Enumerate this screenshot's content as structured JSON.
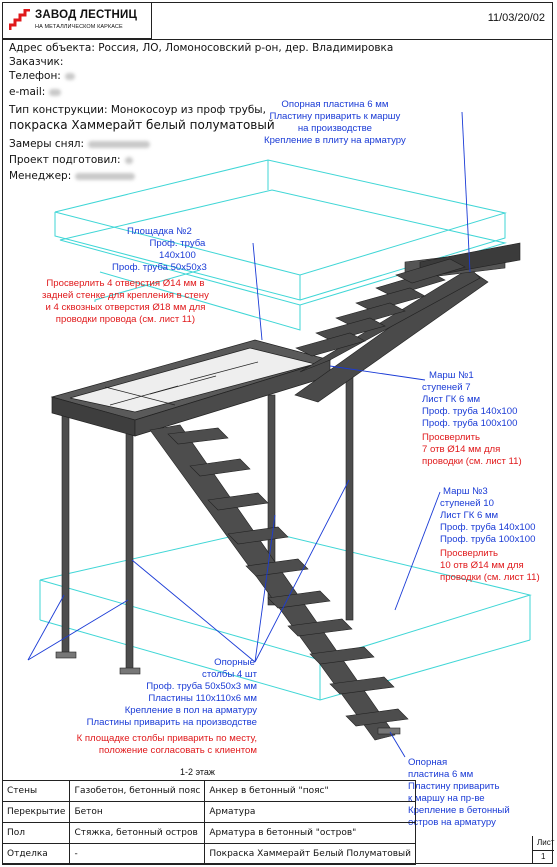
{
  "header": {
    "brand": "ЗАВОД ЛЕСТНИЦ",
    "tagline": "НА МЕТАЛЛИЧЕСКОМ КАРКАСЕ",
    "date": "11/03/20/02"
  },
  "info": {
    "address": "Адрес объекта: Россия, ЛО, Ломоносовский р-он, дер. Владимировка",
    "customer": "Заказчик:",
    "phone": "Телефон:",
    "email": "e-mail:",
    "construction_line1": "Тип конструкции: Монокосоур из проф трубы,",
    "construction_line2": "покраска Хаммерайт белый полуматовый",
    "measured": "Замеры снял:",
    "prepared": "Проект подготовил:",
    "manager": "Менеджер:"
  },
  "annotations": {
    "top_plate": [
      "Опорная пластина 6 мм",
      "Пластину приварить к маршу",
      "на производстве",
      "Крепление  в плиту на арматуру"
    ],
    "landing": [
      "Площадка №2",
      "Проф. труба",
      "140х100",
      "Проф. труба 50х50х3"
    ],
    "landing_red": [
      "Просверлить 4 отверстия Ø14 мм в",
      "задней стенке для крепления в стену",
      "и 4 сквозных отверстия Ø18 мм для",
      "проводки провода (см. лист 11)"
    ],
    "march1": [
      "Марш №1",
      "ступеней 7",
      "Лист ГК 6 мм",
      "Проф. труба 140х100",
      "Проф. труба 100х100"
    ],
    "march1_red": [
      "Просверлить",
      "7 отв Ø14 мм для",
      "проводки (см. лист 11)"
    ],
    "march3": [
      "Марш №3",
      "ступеней 10",
      "Лист ГК 6 мм",
      "Проф. труба 140х100",
      "Проф. труба 100х100"
    ],
    "march3_red": [
      "Просверлить",
      "10 отв Ø14 мм для",
      "проводки (см. лист 11)"
    ],
    "posts": [
      "Опорные",
      "столбы 4 шт",
      "Проф. труба 50х50х3 мм",
      "Пластины 110х110х6 мм",
      "Крепление в пол на арматуру",
      "Пластины приварить на производстве"
    ],
    "posts_red": [
      "К площадке столбы приварить по месту,",
      "положение согласовать с клиентом"
    ],
    "bottom_plate": [
      "Опорная",
      "пластина 6 мм",
      "Пластину приварить",
      "к маршу на пр-ве",
      "Крепление в бетонный",
      "остров на арматуру"
    ]
  },
  "floor_label": "1-2 этаж",
  "spec_table": [
    [
      "Стены",
      "Газобетон, бетонный пояс",
      "Анкер в бетонный \"пояс\""
    ],
    [
      "Перекрытие",
      "Бетон",
      "Арматура"
    ],
    [
      "Пол",
      "Стяжка, бетонный остров",
      "Арматура в бетонный \"остров\""
    ],
    [
      "Отделка",
      "-",
      "Покраска Хаммерайт Белый Полуматовый"
    ]
  ],
  "sheet": {
    "label": "Лист",
    "number": "1"
  },
  "colors": {
    "annotation_blue": "#1a3bd6",
    "annotation_red": "#e0191b",
    "guide_cyan": "#3fd6d6",
    "steel": "#4d4d4d"
  }
}
